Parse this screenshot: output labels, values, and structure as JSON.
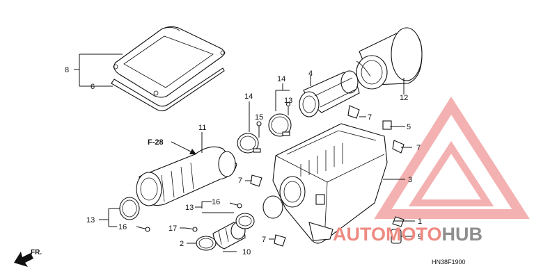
{
  "callouts": {
    "p8": "8",
    "p6": "6",
    "p14a": "14",
    "p4": "4",
    "p12": "12",
    "p14b": "14",
    "p13a": "13",
    "p15": "15",
    "p7a": "7",
    "p5": "5",
    "p7b": "7",
    "p11": "11",
    "p3": "3",
    "p7c": "7",
    "p13b": "13",
    "p16a": "16",
    "p16b": "16",
    "p17": "17",
    "p2": "2",
    "p10": "10",
    "p7d": "7",
    "p1": "1",
    "p9": "9"
  },
  "reference": "F-28",
  "front_label": "FR.",
  "diagram_code": "HN38F1900",
  "watermark": {
    "text_part1": "AUTO",
    "text_part2": "MOTO",
    "text_part3": "HUB",
    "color_red": "#ee8a82",
    "color_gray": "#8e8e8e",
    "color_triangle": "#f2a3a3"
  }
}
